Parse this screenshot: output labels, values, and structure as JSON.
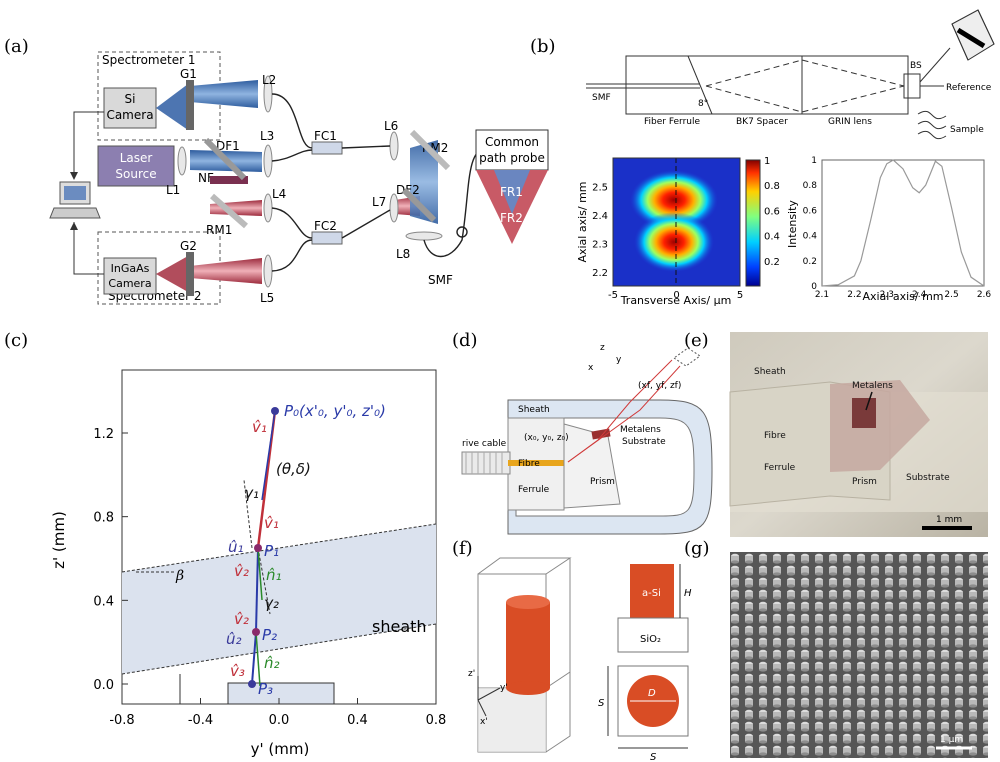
{
  "panel_labels": {
    "a": "(a)",
    "b": "(b)",
    "c": "(c)",
    "d": "(d)",
    "e": "(e)",
    "f": "(f)",
    "g": "(g)"
  },
  "panel_a": {
    "spectrometer1": "Spectrometer 1",
    "spectrometer2": "Spectrometer 2",
    "si_camera": [
      "Si",
      "Camera"
    ],
    "ingaas_camera": [
      "InGaAs",
      "Camera"
    ],
    "laser_source": [
      "Laser",
      "Source"
    ],
    "common_probe": [
      "Common",
      "path probe"
    ],
    "labels": {
      "G1": "G1",
      "G2": "G2",
      "L1": "L1",
      "L2": "L2",
      "L3": "L3",
      "L4": "L4",
      "L5": "L5",
      "L6": "L6",
      "L7": "L7",
      "L8": "L8",
      "DF1": "DF1",
      "DF2": "DF2",
      "NF": "NF",
      "RM1": "RM1",
      "RM2": "RM2",
      "FC1": "FC1",
      "FC2": "FC2",
      "FR1": "FR1",
      "FR2": "FR2",
      "SMF": "SMF"
    }
  },
  "panel_b": {
    "schematic": {
      "smf": "SMF",
      "fiber_ferrule": "Fiber Ferrule",
      "angle": "8°",
      "bk7": "BK7 Spacer",
      "grin": "GRIN lens",
      "bs": "BS",
      "reference": "Reference",
      "sample": "Sample"
    },
    "heatmap": {
      "xlabel": "Transverse Axis/ μm",
      "ylabel": "Axial axis/ mm",
      "xticks": [
        "-5",
        "0",
        "5"
      ],
      "yticks": [
        "2.2",
        "2.3",
        "2.4",
        "2.5"
      ],
      "cbar_ticks": [
        "1",
        "0.8",
        "0.6",
        "0.4",
        "0.2"
      ]
    },
    "profile": {
      "xlabel": "Axial axis/ mm",
      "ylabel": "Intensity",
      "xticks": [
        "2.1",
        "2.2",
        "2.3",
        "2.4",
        "2.5",
        "2.6"
      ],
      "yticks": [
        "0",
        "0.2",
        "0.4",
        "0.6",
        "0.8",
        "1"
      ]
    }
  },
  "chart_data": [
    {
      "type": "line",
      "xlabel": "Axial axis/ mm",
      "ylabel": "Intensity",
      "xlim": [
        2.1,
        2.6
      ],
      "ylim": [
        0,
        1
      ],
      "series": [
        {
          "x": [
            2.1,
            2.15,
            2.2,
            2.22,
            2.25,
            2.28,
            2.3,
            2.32,
            2.35,
            2.38,
            2.4,
            2.42,
            2.45,
            2.47,
            2.5,
            2.53,
            2.56,
            2.6
          ],
          "y": [
            0.0,
            0.01,
            0.08,
            0.2,
            0.52,
            0.86,
            0.97,
            1.0,
            0.93,
            0.78,
            0.74,
            0.8,
            0.99,
            0.95,
            0.62,
            0.27,
            0.07,
            0.0
          ]
        }
      ]
    },
    {
      "type": "heatmap",
      "xlabel": "Transverse Axis/ μm",
      "ylabel": "Axial axis/ mm",
      "xlim": [
        -5,
        5
      ],
      "ylim": [
        2.15,
        2.6
      ],
      "zlim": [
        0,
        1
      ]
    }
  ],
  "panel_c": {
    "xlabel": "y' (mm)",
    "ylabel": "z' (mm)",
    "xticks": [
      "-0.8",
      "-0.4",
      "0.0",
      "0.4",
      "0.8"
    ],
    "yticks": [
      "0.0",
      "0.4",
      "0.8",
      "1.2"
    ],
    "p0": "P₀(x'₀, y'₀, z'₀)",
    "p1": "P₁",
    "p2": "P₂",
    "p3": "P₃",
    "theta": "(θ,δ)",
    "beta": "β",
    "gamma1": "γ₁",
    "gamma2": "γ₂",
    "sheath": "sheath",
    "v1": "v̂₁",
    "v2": "v̂₂",
    "v3": "v̂₃",
    "u1": "û₁",
    "u2": "û₂",
    "n1": "n̂₁",
    "n2": "n̂₂"
  },
  "panel_d": {
    "sheath": "Sheath",
    "drive_cable": "rive cable",
    "fibre": "Fibre",
    "ferrule": "Ferrule",
    "prism": "Prism",
    "metalens": "Metalens",
    "substrate": "Substrate",
    "coord_in": "(x₀, y₀, z₀)",
    "coord_out": "(xf, yf, zf)",
    "axis_z": "z",
    "axis_x": "x",
    "axis_y": "y"
  },
  "panel_e": {
    "sheath": "Sheath",
    "fibre": "Fibre",
    "ferrule": "Ferrule",
    "prism": "Prism",
    "metalens": "Metalens",
    "substrate": "Substrate",
    "scale": "1 mm"
  },
  "panel_f": {
    "asi": "a-Si",
    "sio2": "SiO₂",
    "H": "H",
    "D": "D",
    "S": "S",
    "z": "z'",
    "y": "y'",
    "x": "x'"
  },
  "panel_g": {
    "scale": "1 μm"
  },
  "colors": {
    "blue_beam": "#3d6fb0",
    "red_beam": "#c05060",
    "orange": "#d94d25",
    "sheath_fill": "#dbe2ee",
    "sem_bg": "#6b6b6b"
  }
}
